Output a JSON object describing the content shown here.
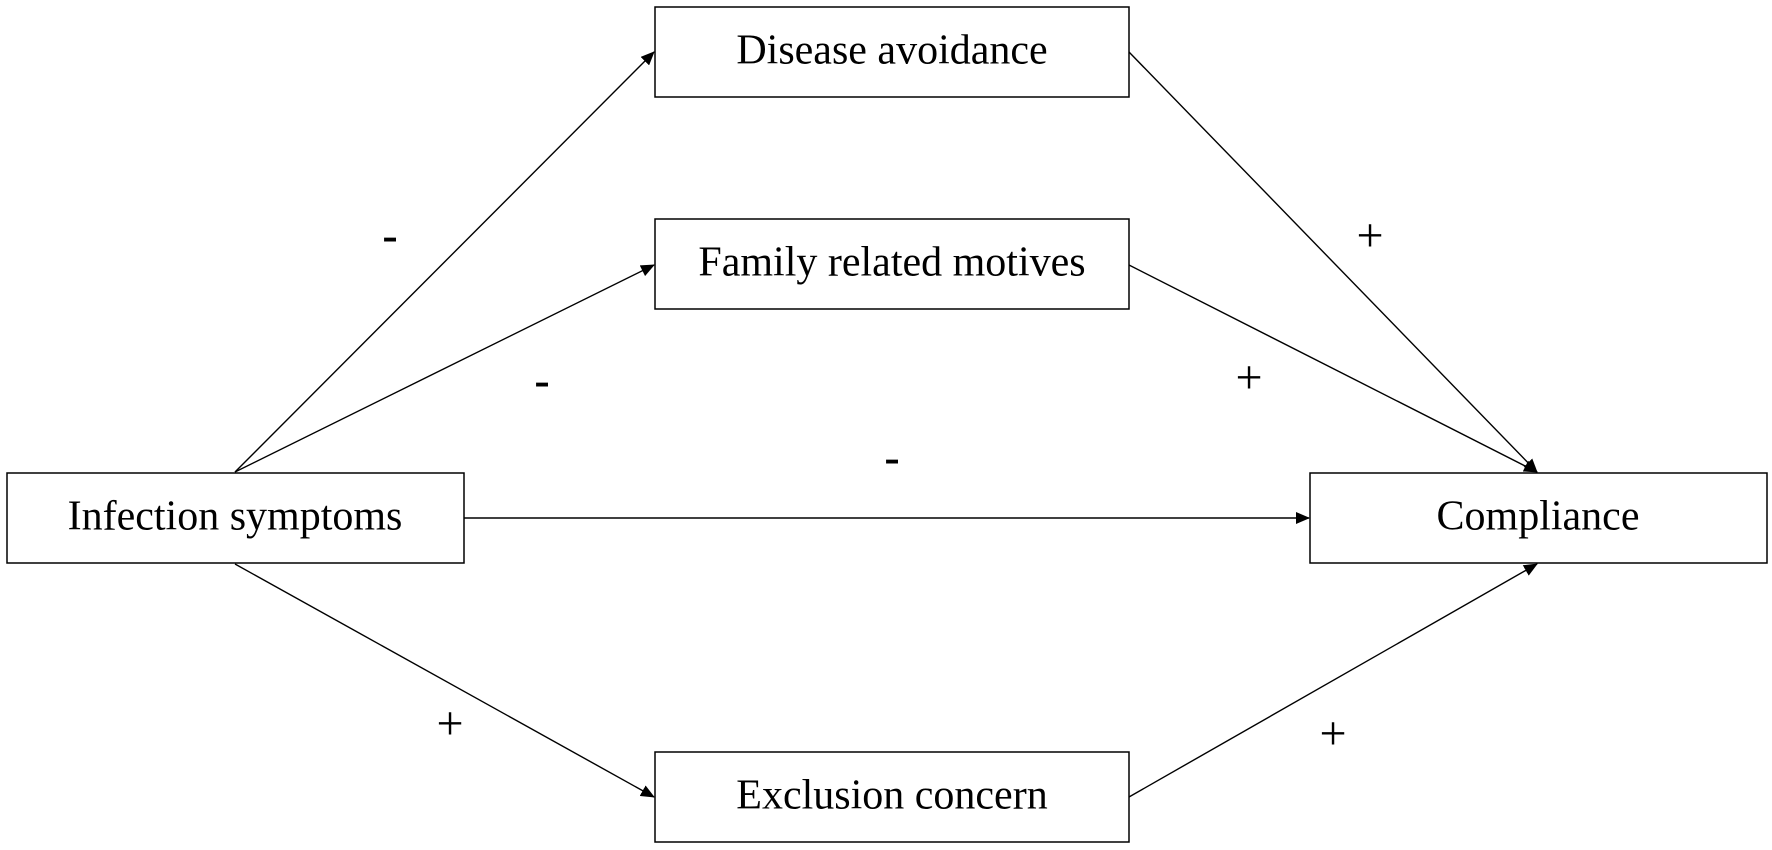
{
  "nodes": {
    "disease_avoidance": "Disease avoidance",
    "family_related_motives": "Family related motives",
    "infection_symptoms": "Infection symptoms",
    "compliance": "Compliance",
    "exclusion_concern": "Exclusion concern"
  },
  "edges": [
    {
      "from": "infection_symptoms",
      "to": "disease_avoidance",
      "sign": "-"
    },
    {
      "from": "infection_symptoms",
      "to": "family_related_motives",
      "sign": "-"
    },
    {
      "from": "infection_symptoms",
      "to": "compliance",
      "sign": "-"
    },
    {
      "from": "infection_symptoms",
      "to": "exclusion_concern",
      "sign": "+"
    },
    {
      "from": "disease_avoidance",
      "to": "compliance",
      "sign": "+"
    },
    {
      "from": "family_related_motives",
      "to": "compliance",
      "sign": "+"
    },
    {
      "from": "exclusion_concern",
      "to": "compliance",
      "sign": "+"
    }
  ],
  "colors": {
    "line": "#000000",
    "background": "#ffffff"
  }
}
